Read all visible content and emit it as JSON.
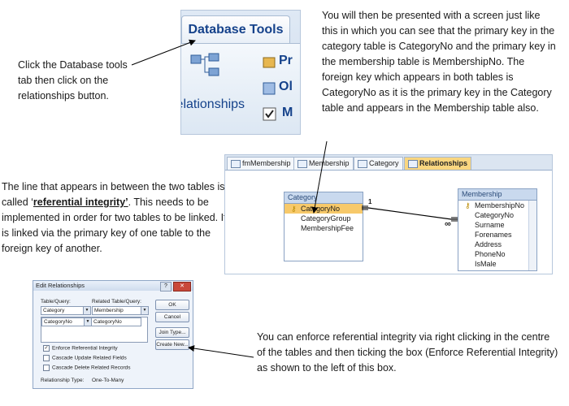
{
  "notes": {
    "click_tools": "Click the Database tools tab then click on the relationships button.",
    "presented": "You will then be presented with a screen just like this in which you can see that the primary key in the category table is CategoryNo and the primary key in the membership table is MembershipNo. The foreign key which appears in both tables is CategoryNo as it is the primary key in the Category table and appears in the Membership table also.",
    "line_prefix": "The line that appears in between the two tables is called ‘",
    "line_term": "referential integrity’",
    "line_suffix": ". This needs to be implemented in order for two tables to be linked. It is linked via the primary key of one table to the foreign key of another.",
    "enforce": "You can enforce referential integrity via right clicking in the centre of the tables and then ticking the box (Enforce Referential Integrity) as shown to the left of this box."
  },
  "ribbon": {
    "tab_label": "Database Tools",
    "relationships_label": "Relationships",
    "item1": "Pr",
    "item2": "Ol",
    "item3": "M"
  },
  "relwin": {
    "tabs": [
      "fmMembership",
      "Membership",
      "Category",
      "Relationships"
    ],
    "category_table": {
      "title": "Category",
      "fields": [
        "CategoryNo",
        "CategoryGroup",
        "MembershipFee"
      ]
    },
    "membership_table": {
      "title": "Membership",
      "fields": [
        "MembershipNo",
        "CategoryNo",
        "Surname",
        "Forenames",
        "Address",
        "PhoneNo",
        "IsMale"
      ]
    },
    "one_label": "1",
    "many_label": "∞"
  },
  "dialog": {
    "title": "Edit Relationships",
    "help": "?",
    "close": "✕",
    "table_query_label": "Table/Query:",
    "related_label": "Related Table/Query:",
    "table_value": "Category",
    "related_value": "Membership",
    "field_left": "CategoryNo",
    "field_right": "CategoryNo",
    "ok": "OK",
    "cancel": "Cancel",
    "join_type": "Join Type...",
    "create_new": "Create New...",
    "enforce_ri": "Enforce Referential Integrity",
    "cascade_update": "Cascade Update Related Fields",
    "cascade_delete": "Cascade Delete Related Records",
    "rel_type_label": "Relationship Type:",
    "rel_type_value": "One-To-Many"
  },
  "colors": {
    "accent": "#15428b",
    "selected_field": "#f7c96a",
    "active_tab": "#f9d680"
  }
}
